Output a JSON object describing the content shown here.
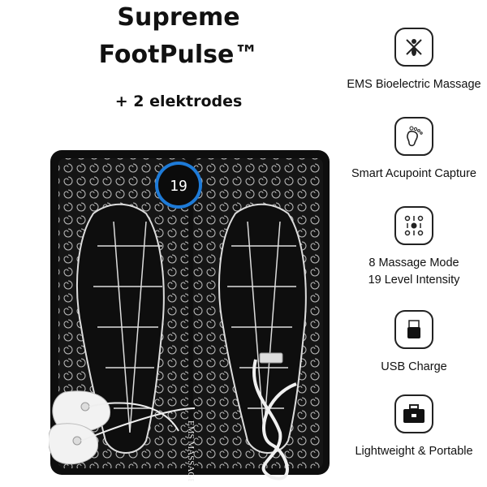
{
  "title": {
    "line1": "Supreme",
    "line2": "FootPulse™",
    "subtitle": "+ 2 elektrodes"
  },
  "device": {
    "display_value": "19",
    "side_label": "EMS MASSAGER"
  },
  "features": [
    {
      "icon": "electric-massage-icon",
      "label": "EMS Bioelectric Massage"
    },
    {
      "icon": "footprint-icon",
      "label": "Smart Acupoint Capture"
    },
    {
      "icon": "mode-dots-icon",
      "label": "8 Massage Mode",
      "label2": "19 Level Intensity"
    },
    {
      "icon": "usb-plug-icon",
      "label": "USB Charge"
    },
    {
      "icon": "briefcase-icon",
      "label": "Lightweight & Portable"
    }
  ],
  "colors": {
    "mat": "#111111",
    "pattern": "#cfcfcf",
    "display_ring": "#1e7bd8",
    "electrode": "#f2f2f2"
  }
}
